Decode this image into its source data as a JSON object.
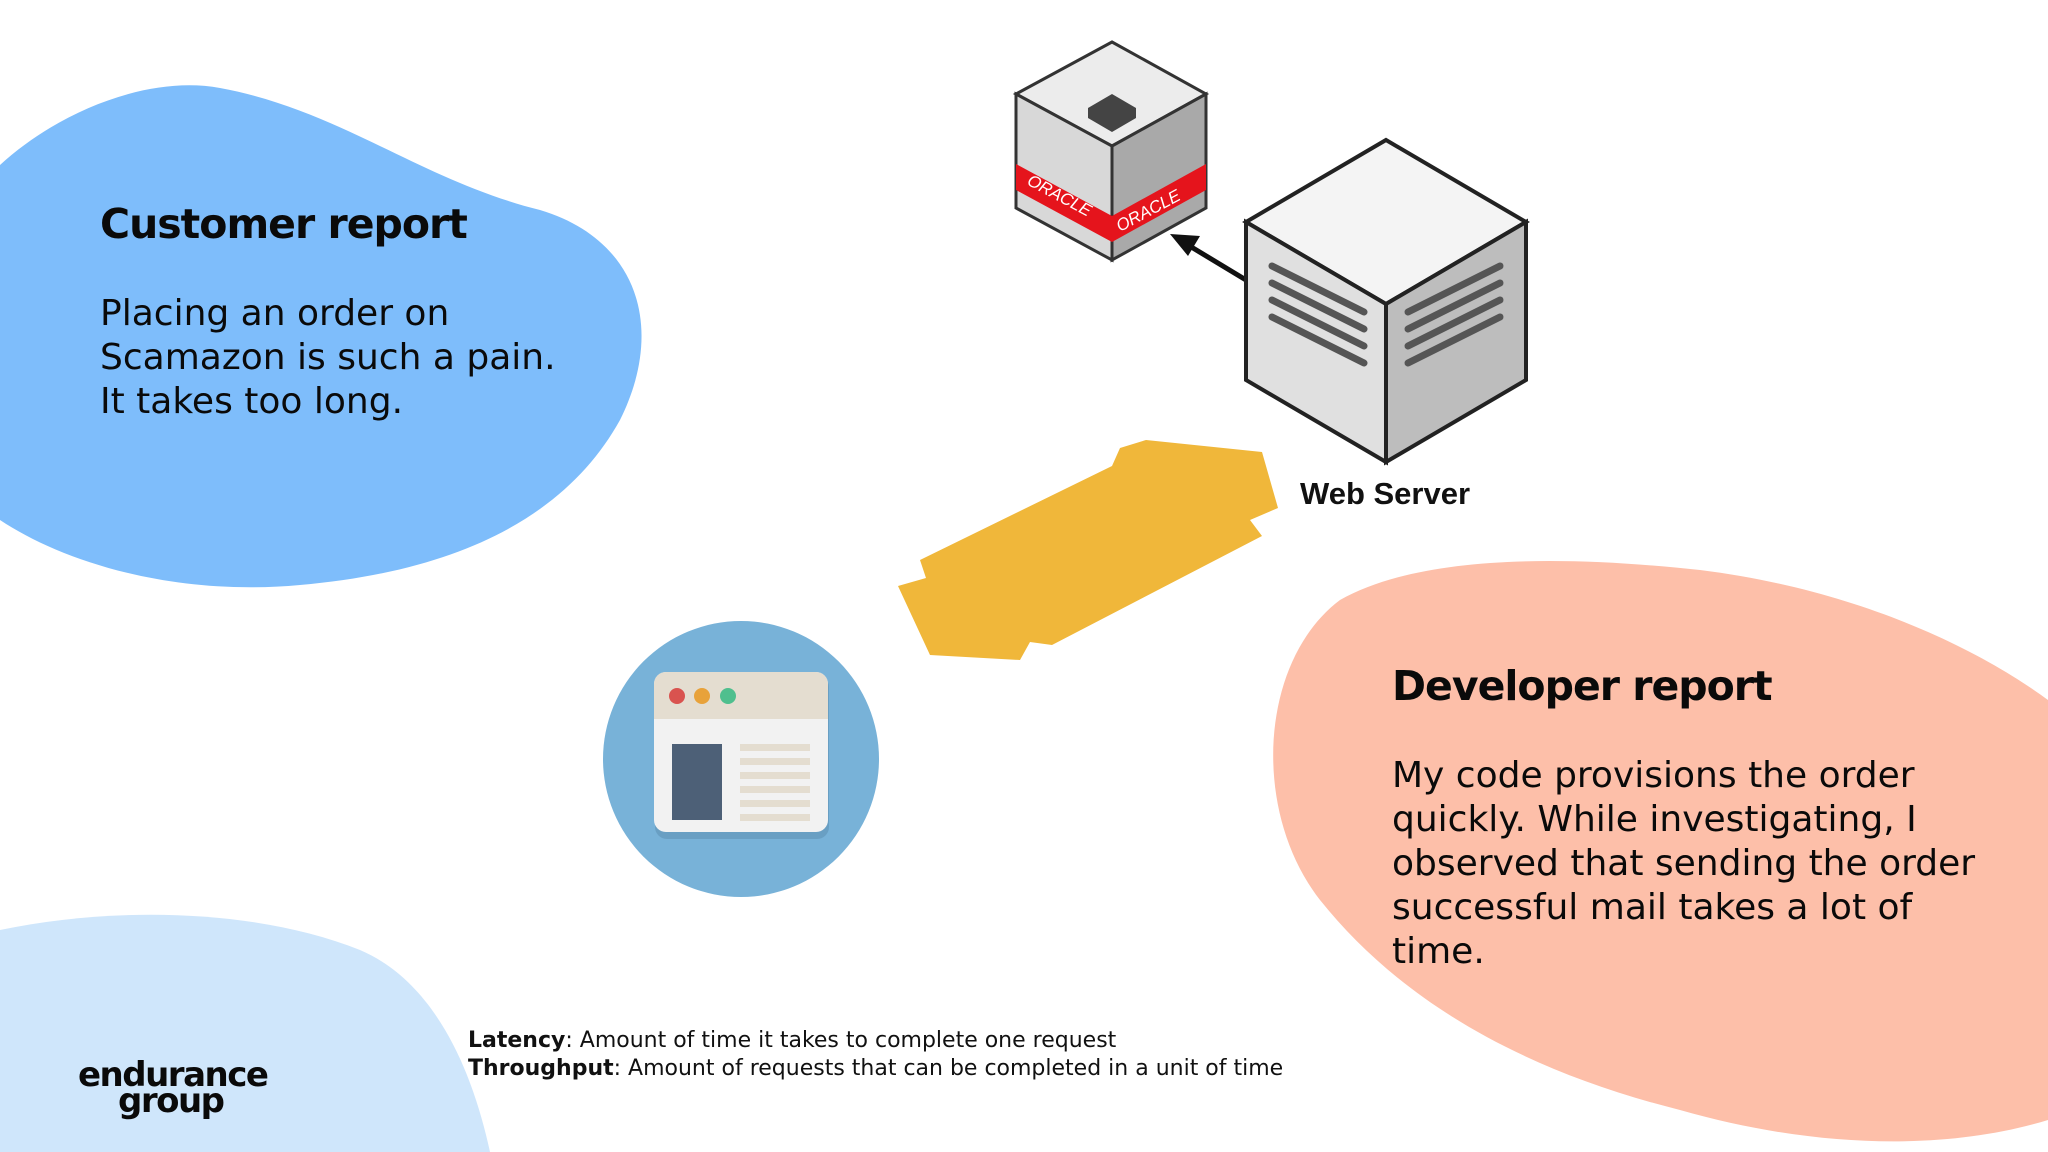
{
  "customer_report": {
    "title": "Customer report",
    "lines": [
      "Placing an order on",
      "Scamazon is such a pain.",
      "It takes too long."
    ]
  },
  "developer_report": {
    "title": "Developer report",
    "lines": [
      "My code provisions the order",
      "quickly. While investigating, I",
      "observed that sending the order",
      "successful mail takes a lot of",
      "time."
    ]
  },
  "diagram": {
    "web_server_label": "Web Server",
    "database_brand": "ORACLE"
  },
  "definitions": {
    "latency_term": "Latency",
    "latency_text": ": Amount of time it takes to complete one request",
    "throughput_term": "Throughput",
    "throughput_text": ": Amount of requests that can be completed in a unit of time"
  },
  "logo": {
    "line1": "endurance",
    "line2": "group"
  },
  "colors": {
    "customer_blob": "#7ebdfb",
    "developer_blob": "#fdbfa9",
    "corner_blob": "#cfe6fb",
    "arrow": "#f0b73a",
    "browser_circle": "#78b2d8",
    "oracle_red": "#e5141c"
  }
}
